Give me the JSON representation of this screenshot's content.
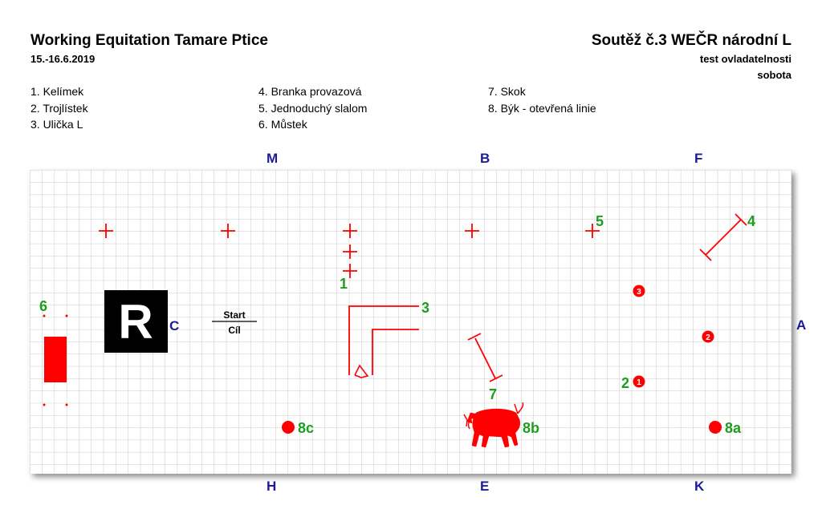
{
  "header": {
    "title_left": "Working Equitation Tamare Ptice",
    "date": "15.-16.6.2019",
    "title_right": "Soutěž č.3 WEČR národní L",
    "subtitle1": "test ovladatelnosti",
    "subtitle2": "sobota"
  },
  "legend": [
    "1. Kelímek",
    "2. Trojlístek",
    "3. Ulička L",
    "4. Branka provazová",
    "5. Jednoduchý slalom",
    "6. Můstek",
    "7. Skok",
    "8. Býk - otevřená linie"
  ],
  "arena_letters": {
    "M": "M",
    "B": "B",
    "F": "F",
    "H": "H",
    "E": "E",
    "K": "K",
    "C": "C",
    "A": "A"
  },
  "judge_box": "R",
  "start_finish": {
    "start": "Start",
    "finish": "Cíl"
  },
  "obstacle_labels": {
    "o1": "1",
    "o2": "2",
    "o3": "3",
    "o4": "4",
    "o5": "5",
    "o6": "6",
    "o7": "7",
    "o8a": "8a",
    "o8b": "8b",
    "o8c": "8c"
  },
  "trefoil_numbers": {
    "n1": "1",
    "n2": "2",
    "n3": "3"
  },
  "colors": {
    "obstacle": "#ff0000",
    "label": "#1e9e1e",
    "letter": "#1a1a9a",
    "grid": "#bdbdbd",
    "judge_box": "#000000"
  },
  "icons": [
    "bull-icon"
  ]
}
